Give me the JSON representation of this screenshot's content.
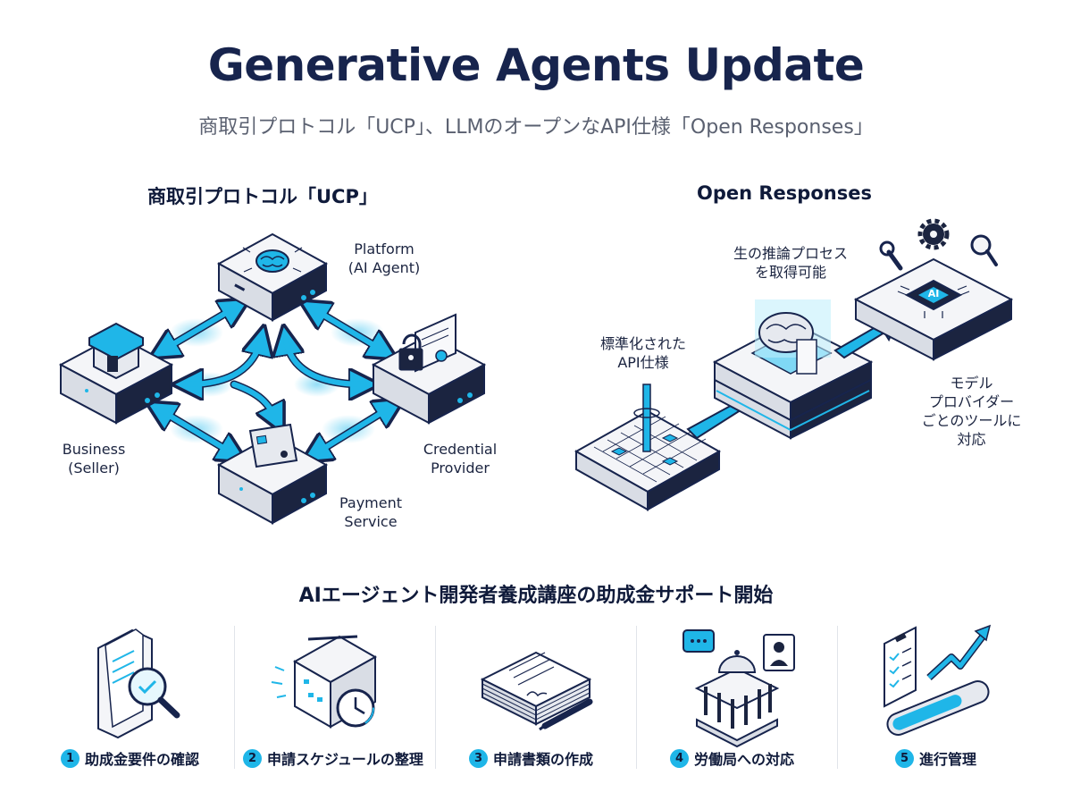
{
  "header": {
    "title": "Generative Agents Update",
    "subtitle": "商取引プロトコル「UCP」、LLMのオープンなAPI仕様「Open Responses」"
  },
  "ucp": {
    "title": "商取引プロトコル「UCP」",
    "platform": [
      "Platform",
      "(AI Agent)"
    ],
    "business": [
      "Business",
      "(Seller)"
    ],
    "credential": [
      "Credential",
      "Provider"
    ],
    "payment": [
      "Payment",
      "Service"
    ]
  },
  "open_responses": {
    "title": "Open Responses",
    "reasoning": [
      "生の推論プロセス",
      "を取得可能"
    ],
    "standard_api": [
      "標準化された",
      "API仕様"
    ],
    "model_tools": [
      "モデル",
      "プロバイダー",
      "ごとのツールに",
      "対応"
    ],
    "chip_label": "AI"
  },
  "support": {
    "title": "AIエージェント開発者養成講座の助成金サポート開始",
    "steps": [
      {
        "num": "1",
        "label": "助成金要件の確認",
        "icon": "document-magnifier-icon"
      },
      {
        "num": "2",
        "label": "申請スケジュールの整理",
        "icon": "calendar-clock-icon"
      },
      {
        "num": "3",
        "label": "申請書類の作成",
        "icon": "document-stack-pen-icon"
      },
      {
        "num": "4",
        "label": "労働局への対応",
        "icon": "government-building-icon"
      },
      {
        "num": "5",
        "label": "進行管理",
        "icon": "checklist-progress-icon"
      }
    ]
  },
  "colors": {
    "accent": "#1fb6e8",
    "navy": "#17244d",
    "server_dark": "#1b2440",
    "server_top": "#f4f5f8"
  }
}
